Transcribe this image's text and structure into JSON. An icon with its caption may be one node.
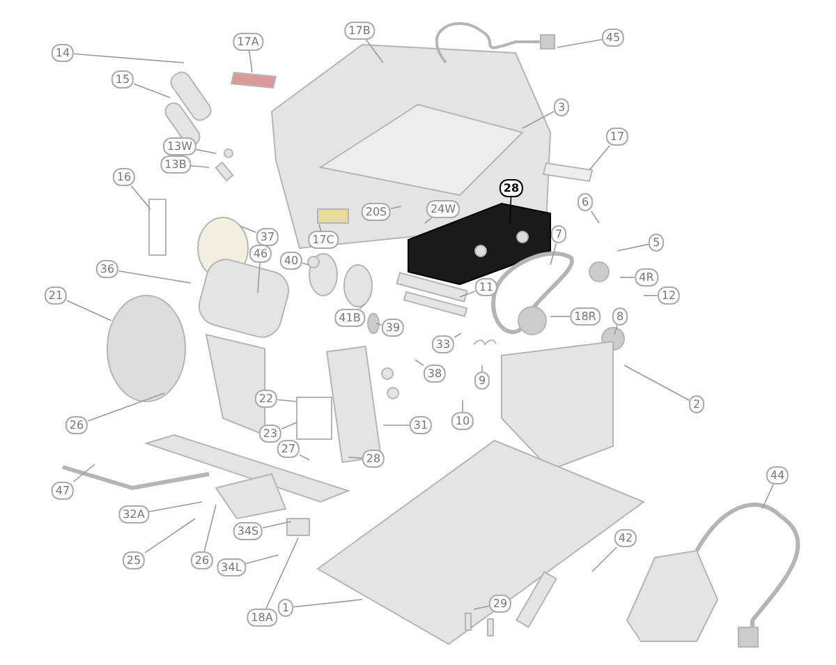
{
  "diagram": {
    "nodes": [
      {
        "text": [
          "14"
        ]
      },
      {
        "text": [
          "17A"
        ]
      },
      {
        "text": [
          "17B"
        ]
      },
      {
        "text": [
          "45"
        ]
      },
      {
        "text": [
          "15"
        ]
      },
      {
        "text": [
          "3"
        ]
      },
      {
        "text": [
          "13W"
        ]
      },
      {
        "text": [
          "13B"
        ]
      },
      {
        "text": [
          "17"
        ]
      },
      {
        "text": [
          "16"
        ]
      },
      {
        "text": [
          "28"
        ]
      },
      {
        "text": [
          "20S"
        ]
      },
      {
        "text": [
          "24W"
        ]
      },
      {
        "text": [
          "6"
        ]
      },
      {
        "text": [
          "37"
        ]
      },
      {
        "text": [
          "17C"
        ]
      },
      {
        "text": [
          "36"
        ]
      },
      {
        "text": [
          "46"
        ]
      },
      {
        "text": [
          "40"
        ]
      },
      {
        "text": [
          "5"
        ]
      },
      {
        "text": [
          "7"
        ]
      },
      {
        "text": [
          "4R"
        ]
      },
      {
        "text": [
          "11"
        ]
      },
      {
        "text": [
          "12"
        ]
      },
      {
        "text": [
          "21"
        ]
      },
      {
        "text": [
          "41B"
        ]
      },
      {
        "text": [
          "39"
        ]
      },
      {
        "text": [
          "18R"
        ]
      },
      {
        "text": [
          "8"
        ]
      },
      {
        "text": [
          "33"
        ]
      },
      {
        "text": [
          "38"
        ]
      },
      {
        "text": [
          "9"
        ]
      },
      {
        "text": [
          "10"
        ]
      },
      {
        "text": [
          "2"
        ]
      },
      {
        "text": [
          "26"
        ]
      },
      {
        "text": [
          "22"
        ]
      },
      {
        "text": [
          "23"
        ]
      },
      {
        "text": [
          "31"
        ]
      },
      {
        "text": [
          "27"
        ]
      },
      {
        "text": [
          "28"
        ]
      },
      {
        "text": [
          "47"
        ]
      },
      {
        "text": [
          "32A"
        ]
      },
      {
        "text": [
          "34S"
        ]
      },
      {
        "text": [
          "25"
        ]
      },
      {
        "text": [
          "26"
        ]
      },
      {
        "text": [
          "34L"
        ]
      },
      {
        "text": [
          "1"
        ]
      },
      {
        "text": [
          "18A"
        ]
      },
      {
        "text": [
          "29"
        ]
      },
      {
        "text": [
          "42"
        ]
      },
      {
        "text": [
          "44"
        ]
      }
    ],
    "edges": [
      {
        "from": 0,
        "to": null,
        "arrow": "none"
      },
      {
        "from": 1,
        "to": null,
        "arrow": "none"
      },
      {
        "from": 2,
        "to": null,
        "arrow": "none"
      },
      {
        "from": 3,
        "to": null,
        "arrow": "none"
      },
      {
        "from": 4,
        "to": null,
        "arrow": "none"
      },
      {
        "from": 5,
        "to": null,
        "arrow": "none"
      },
      {
        "from": 6,
        "to": null,
        "arrow": "none"
      },
      {
        "from": 7,
        "to": null,
        "arrow": "none"
      },
      {
        "from": 8,
        "to": null,
        "arrow": "none"
      },
      {
        "from": 9,
        "to": null,
        "arrow": "none"
      },
      {
        "from": 10,
        "to": null,
        "arrow": "none",
        "color": "#000000"
      },
      {
        "from": 11,
        "to": null,
        "arrow": "none"
      },
      {
        "from": 12,
        "to": null,
        "arrow": "none"
      },
      {
        "from": 13,
        "to": null,
        "arrow": "none"
      },
      {
        "from": 14,
        "to": null,
        "arrow": "none"
      },
      {
        "from": 15,
        "to": null,
        "arrow": "none"
      },
      {
        "from": 16,
        "to": null,
        "arrow": "none"
      },
      {
        "from": 17,
        "to": null,
        "arrow": "none"
      },
      {
        "from": 18,
        "to": null,
        "arrow": "none"
      },
      {
        "from": 19,
        "to": null,
        "arrow": "none"
      },
      {
        "from": 20,
        "to": null,
        "arrow": "none"
      },
      {
        "from": 21,
        "to": null,
        "arrow": "none"
      },
      {
        "from": 22,
        "to": null,
        "arrow": "none"
      },
      {
        "from": 23,
        "to": null,
        "arrow": "none"
      },
      {
        "from": 24,
        "to": null,
        "arrow": "none"
      },
      {
        "from": 25,
        "to": null,
        "arrow": "none"
      },
      {
        "from": 26,
        "to": null,
        "arrow": "none"
      },
      {
        "from": 27,
        "to": null,
        "arrow": "none"
      },
      {
        "from": 28,
        "to": null,
        "arrow": "none"
      },
      {
        "from": 29,
        "to": null,
        "arrow": "none"
      },
      {
        "from": 30,
        "to": null,
        "arrow": "none"
      },
      {
        "from": 31,
        "to": null,
        "arrow": "none"
      },
      {
        "from": 32,
        "to": null,
        "arrow": "none"
      },
      {
        "from": 33,
        "to": null,
        "arrow": "none"
      },
      {
        "from": 34,
        "to": null,
        "arrow": "none"
      },
      {
        "from": 35,
        "to": null,
        "arrow": "none"
      },
      {
        "from": 36,
        "to": null,
        "arrow": "none"
      },
      {
        "from": 37,
        "to": null,
        "arrow": "none"
      },
      {
        "from": 38,
        "to": null,
        "arrow": "none"
      },
      {
        "from": 39,
        "to": null,
        "arrow": "none"
      },
      {
        "from": 40,
        "to": null,
        "arrow": "none"
      },
      {
        "from": 41,
        "to": null,
        "arrow": "none"
      },
      {
        "from": 42,
        "to": null,
        "arrow": "none"
      },
      {
        "from": 43,
        "to": null,
        "arrow": "none"
      },
      {
        "from": 44,
        "to": null,
        "arrow": "none"
      },
      {
        "from": 45,
        "to": null,
        "arrow": "none"
      },
      {
        "from": 46,
        "to": null,
        "arrow": "none"
      },
      {
        "from": 47,
        "to": null,
        "arrow": "none"
      },
      {
        "from": 48,
        "to": null,
        "arrow": "none"
      },
      {
        "from": 49,
        "to": null,
        "arrow": "none"
      },
      {
        "from": 50,
        "to": null,
        "arrow": "none"
      }
    ]
  }
}
